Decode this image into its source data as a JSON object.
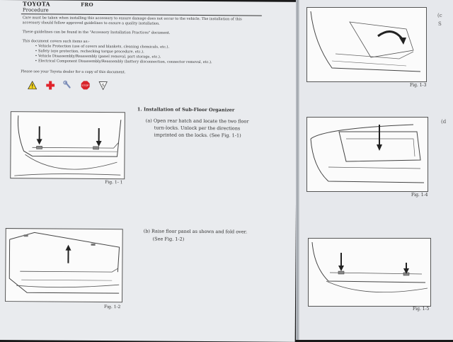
{
  "header": {
    "title": "TOYOTA",
    "procedure_label": "Procedure",
    "title_fragment": "FRO"
  },
  "intro": {
    "line1": "Care must be taken when installing this accessory to ensure damage does not occur to the vehicle. The installation of this",
    "line2": "accessory should follow approved guidelines to ensure a quality installation.",
    "line3": "These guidelines can be found in the \"Accessory Installation Practices\" document.",
    "line4": "This document covers such items as:-",
    "bullets": [
      "Vehicle Protection (use of covers and blankets, cleaning chemicals, etc.).",
      "Safety (eye protection, rechecking torque procedure, etc.).",
      "Vehicle Disassembly/Reassembly (panel removal, part storage, etc.).",
      "Electrical Component Disassembly/Reassembly (battery disconnection, connector removal, etc.)."
    ],
    "closing": "Please see your Toyota dealer for a copy of this document."
  },
  "safety_icons": [
    "warning-triangle-icon",
    "first-aid-cross-icon",
    "wrench-icon",
    "stop-sign-icon",
    "shield-s-icon"
  ],
  "stop_text": "STOP",
  "shield_text": "S",
  "section1": {
    "heading": "1.  Installation of Sub-Floor Organizer",
    "step_a": [
      "(a)  Open rear hatch and locate the two floor",
      "turn-locks. Unlock per the directions",
      "imprinted on the locks. (See Fig. 1-1)"
    ],
    "step_b": [
      "(b)  Raise floor panel as shown and fold over.",
      "(See Fig. 1-2)"
    ]
  },
  "figures": {
    "f11": "Fig. 1- 1",
    "f12": "Fig. 1-2",
    "f13": "Fig. 1-3",
    "f14": "Fig. 1-4",
    "f15": "Fig. 1-5"
  },
  "right_edge": {
    "c": "(c",
    "c_frag": "S",
    "d": "(d"
  }
}
